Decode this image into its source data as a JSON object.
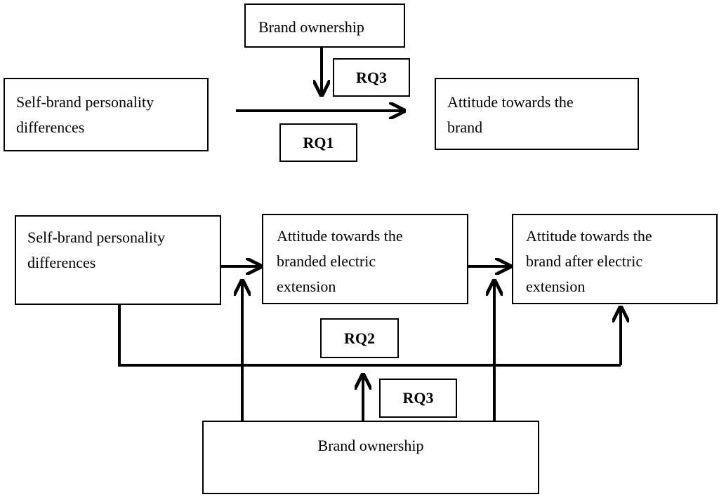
{
  "top_model": {
    "moderator": "Brand ownership",
    "independent": "Self-brand personality\ndifferences",
    "dependent": "Attitude towards the\nbrand",
    "rq_moderation": "RQ3",
    "rq_main": "RQ1"
  },
  "bottom_model": {
    "independent": "Self-brand personality\ndifferences",
    "mediator": "Attitude towards the\nbranded electric\nextension",
    "dependent": "Attitude towards the\nbrand after electric\nextension",
    "rq_path": "RQ2",
    "rq_moderation": "RQ3",
    "moderator": "Brand ownership"
  },
  "colors": {
    "stroke": "#000000",
    "background": "#ffffff"
  }
}
